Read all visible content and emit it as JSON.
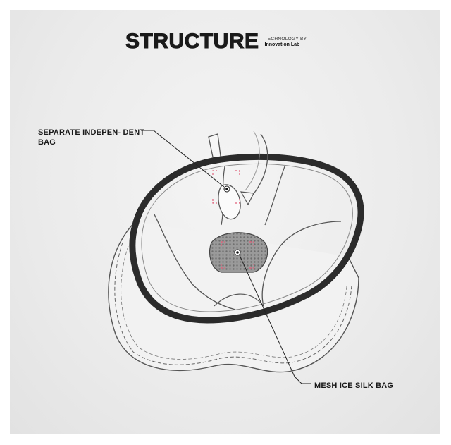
{
  "header": {
    "title": "STRUCTURE",
    "brand_line1": "TECHNOLOGY BY",
    "brand_line2": "Innovation Lab"
  },
  "callouts": {
    "separate_bag": "SEPARATE INDEPEN- DENT BAG",
    "mesh_bag": "MESH ICE SILK BAG"
  },
  "colors": {
    "waistband": "#2b2b2b",
    "outline": "#444444",
    "mesh": "#8a8a8a",
    "accent_marker": "#e0607a",
    "background": "#ececec"
  }
}
